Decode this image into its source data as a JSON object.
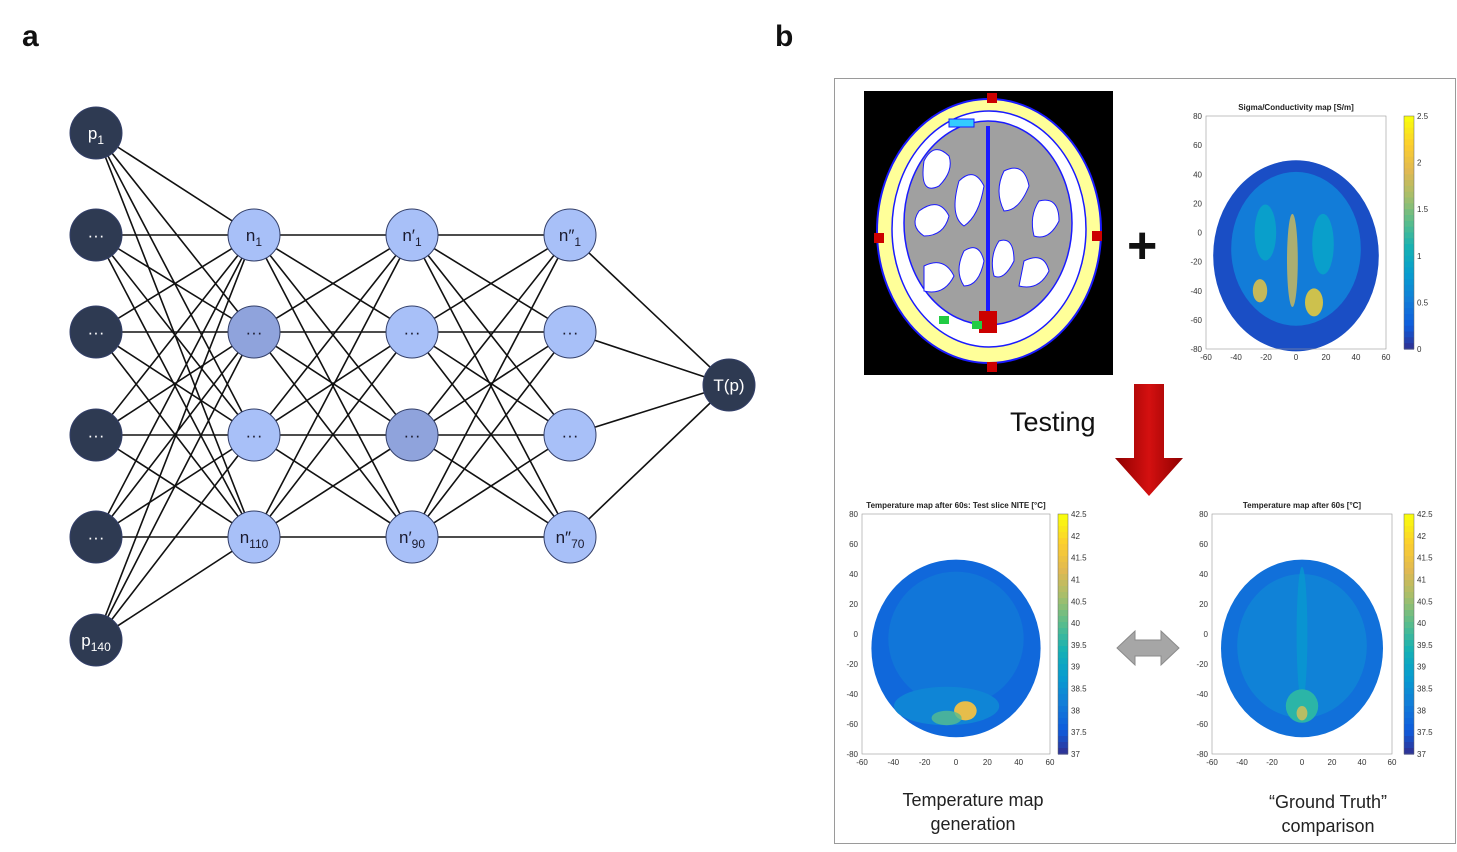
{
  "panel_a": {
    "letter": "a",
    "input_layer": [
      {
        "main": "p",
        "sub": "1"
      },
      {
        "main": "···",
        "sub": ""
      },
      {
        "main": "···",
        "sub": ""
      },
      {
        "main": "···",
        "sub": ""
      },
      {
        "main": "···",
        "sub": ""
      },
      {
        "main": "p",
        "sub": "140"
      }
    ],
    "hidden_1": [
      {
        "main": "n",
        "sub": "1"
      },
      {
        "main": "···",
        "sub": ""
      },
      {
        "main": "···",
        "sub": ""
      },
      {
        "main": "n",
        "sub": "110"
      }
    ],
    "hidden_2": [
      {
        "main": "n′",
        "sub": "1"
      },
      {
        "main": "···",
        "sub": ""
      },
      {
        "main": "···",
        "sub": ""
      },
      {
        "main": "n′",
        "sub": "90"
      }
    ],
    "hidden_3": [
      {
        "main": "n″",
        "sub": "1"
      },
      {
        "main": "···",
        "sub": ""
      },
      {
        "main": "···",
        "sub": ""
      },
      {
        "main": "n″",
        "sub": "70"
      }
    ],
    "output": {
      "main": "T(p)"
    },
    "colors": {
      "dark_node": "#2e3a52",
      "light_node": "#a8c0f8",
      "mid_node": "#8fa3dc",
      "edge": "#111111"
    }
  },
  "panel_b": {
    "letter": "b",
    "conductivity_plot": {
      "title": "Sigma/Conductivity map [S/m]",
      "y_ticks": [
        "80",
        "60",
        "40",
        "20",
        "0",
        "-20",
        "-40",
        "-60",
        "-80"
      ],
      "x_ticks": [
        "-60",
        "-40",
        "-20",
        "0",
        "20",
        "40",
        "60"
      ],
      "colorbar_ticks": [
        "2.5",
        "2",
        "1.5",
        "1",
        "0.5",
        "0"
      ]
    },
    "plus_sign": "+",
    "testing_label": "Testing",
    "generated_plot": {
      "title": "Temperature map after 60s: Test slice NITE [°C]",
      "y_ticks": [
        "80",
        "60",
        "40",
        "20",
        "0",
        "-20",
        "-40",
        "-60",
        "-80"
      ],
      "x_ticks": [
        "-60",
        "-40",
        "-20",
        "0",
        "20",
        "40",
        "60"
      ],
      "colorbar_ticks": [
        "42.5",
        "42",
        "41.5",
        "41",
        "40.5",
        "40",
        "39.5",
        "39",
        "38.5",
        "38",
        "37.5",
        "37"
      ]
    },
    "truth_plot": {
      "title": "Temperature map after 60s [°C]",
      "y_ticks": [
        "80",
        "60",
        "40",
        "20",
        "0",
        "-20",
        "-40",
        "-60",
        "-80"
      ],
      "x_ticks": [
        "-60",
        "-40",
        "-20",
        "0",
        "20",
        "40",
        "60"
      ],
      "colorbar_ticks": [
        "42.5",
        "42",
        "41.5",
        "41",
        "40.5",
        "40",
        "39.5",
        "39",
        "38.5",
        "38",
        "37.5",
        "37"
      ]
    },
    "caption_left": [
      "Temperature map",
      "generation"
    ],
    "caption_right": [
      "“Ground Truth”",
      "comparison"
    ],
    "colors": {
      "arrow_red": "#c00000",
      "arrow_grey": "#a6a6a6",
      "parula_low": "#352a87",
      "parula_mid": "#21b1d3",
      "parula_high": "#f9fb0e"
    }
  }
}
